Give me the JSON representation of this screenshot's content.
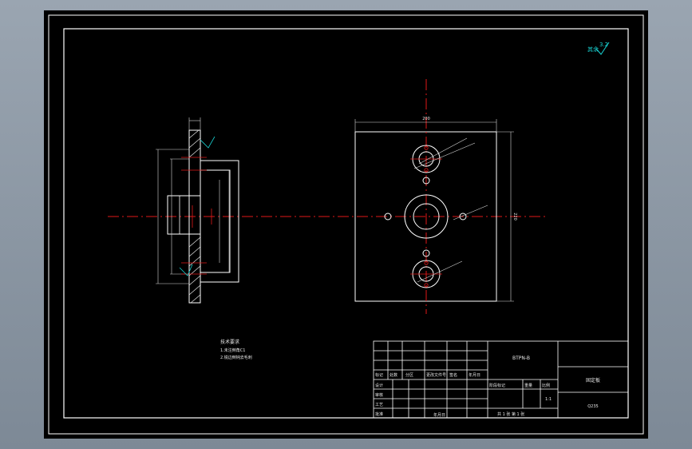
{
  "colors": {
    "background": "#000000",
    "outline": "#ffffff",
    "centerline": "#e01818",
    "annotation": "#18d0d0",
    "dimension": "#d8d8d8"
  },
  "roughness_symbol": {
    "label": "其余",
    "value": "3.2"
  },
  "notes": {
    "title": "技术要求",
    "items": [
      "1.未注倒角C1",
      "2.锐边倒钝去毛刺"
    ]
  },
  "dimensions": {
    "plate_width": "200",
    "plate_height": "220"
  },
  "title_block": {
    "drawing_number": "BTPN-B",
    "part_name": "固定板",
    "scale_value": "1:1",
    "material": "Q235",
    "design_label": "设计",
    "review_label": "审核",
    "process_label": "工艺",
    "approve_label": "批准",
    "mark_label": "标记",
    "count_label": "处数",
    "zone_label": "分区",
    "change_doc_label": "更改文件号",
    "sign_label": "签名",
    "date_label": "年月日",
    "stage_label": "阶段标记",
    "weight_label": "重量",
    "scale_label": "比例",
    "sheet_info": "共 1 张   第 1 张"
  }
}
